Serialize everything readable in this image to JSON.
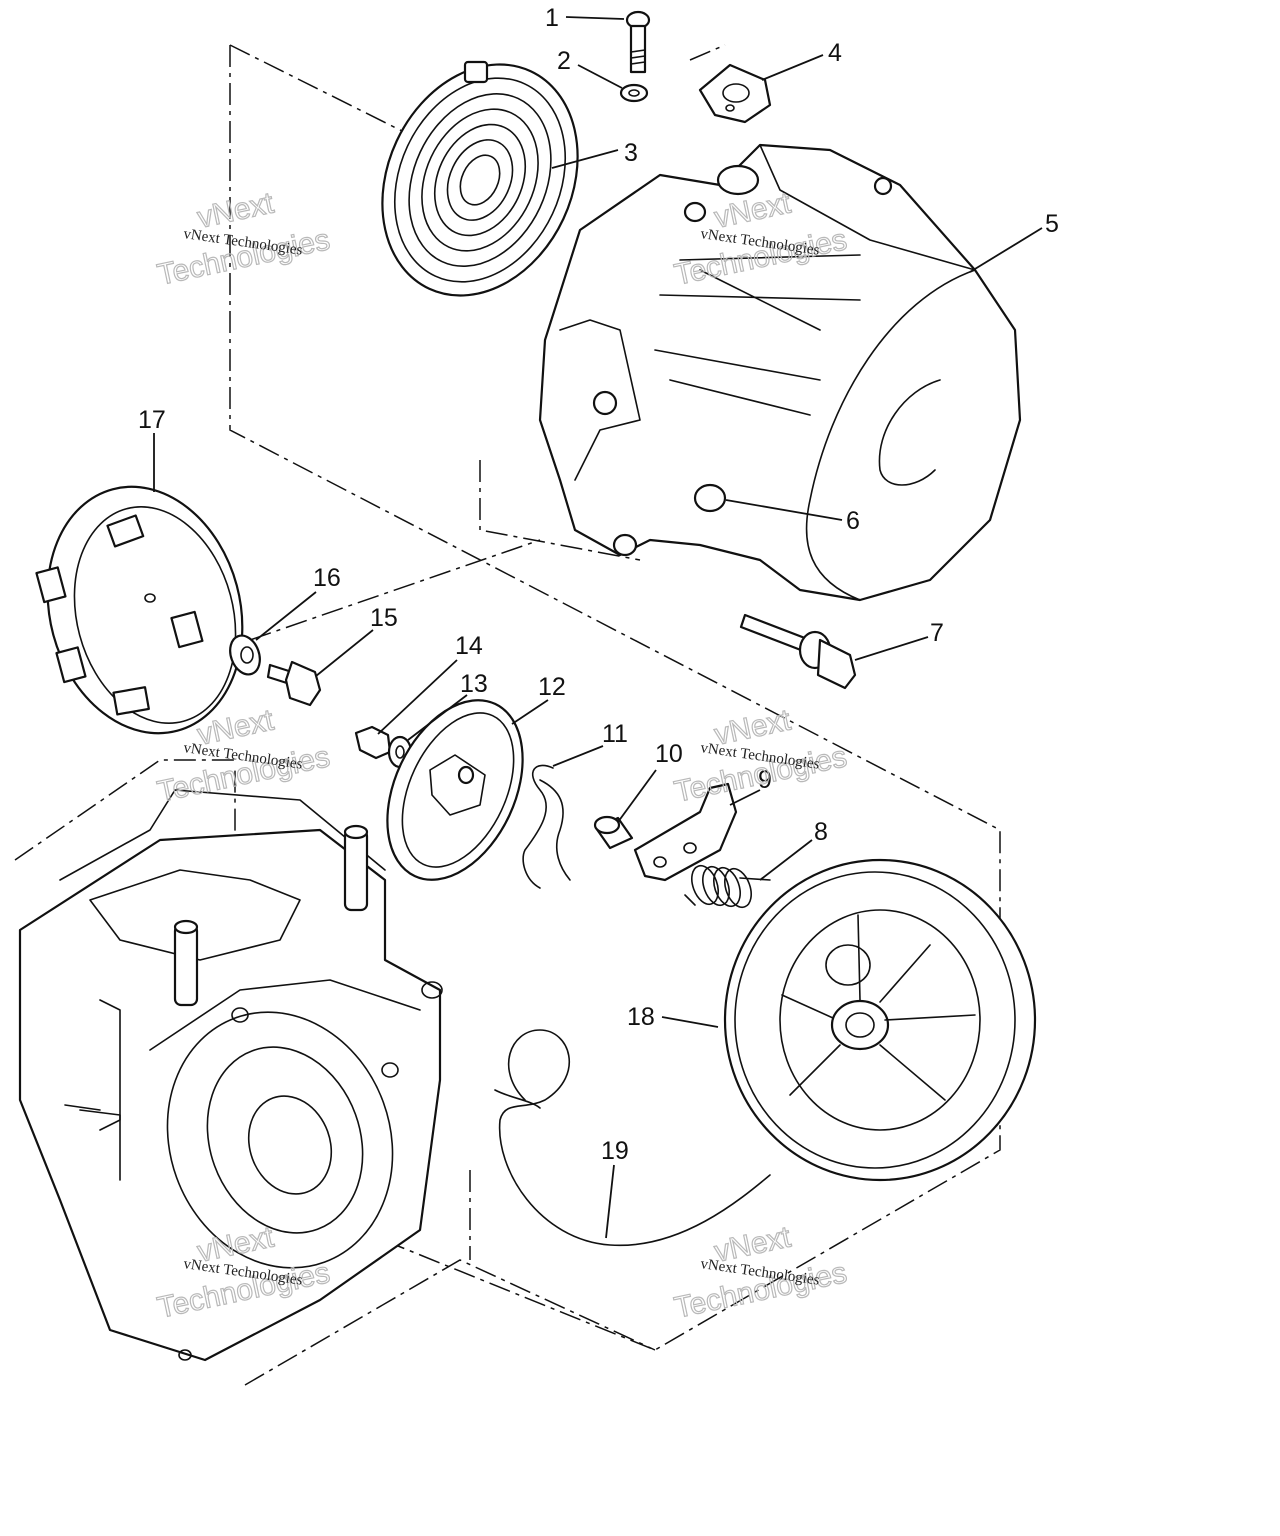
{
  "diagram": {
    "callouts": [
      "1",
      "2",
      "3",
      "4",
      "5",
      "6",
      "7",
      "8",
      "9",
      "10",
      "11",
      "12",
      "13",
      "14",
      "15",
      "16",
      "17",
      "18",
      "19"
    ]
  },
  "watermark": {
    "line1": "vNext",
    "line2": "Technologies",
    "small": "vNext Technologies"
  }
}
